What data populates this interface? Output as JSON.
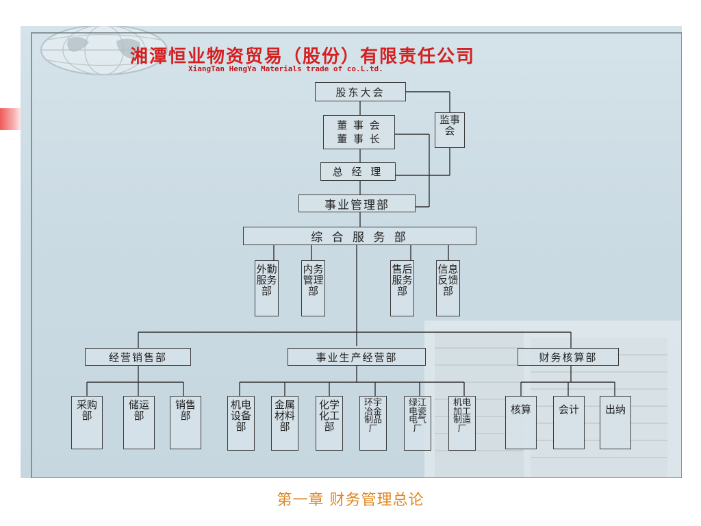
{
  "header": {
    "title_cn": "湘潭恒业物资贸易（股份）有限责任公司",
    "title_en": "XiangTan HengYa Materials trade of co.L.td."
  },
  "org": {
    "shareholders": "股东大会",
    "board_line1": "董 事 会",
    "board_line2": "董 事 长",
    "supervisors": "监事会",
    "general_manager": "总 经 理",
    "business_mgmt": "事业管理部",
    "general_services": "综 合 服 务 部",
    "services_units": [
      "外勤服务部",
      "内务管理部",
      "售后服务部",
      "信息反馈部"
    ],
    "operations_sales": "经营销售部",
    "sales_units": [
      "采购部",
      "储运部",
      "销售部"
    ],
    "production_ops": "事业生产经营部",
    "production_units": [
      "机电设备部",
      "金属材料部",
      "化学化工部",
      "环宇冶金制品厂",
      "绿江电瓷电气厂",
      "机电加工制造厂"
    ],
    "finance": "财务核算部",
    "finance_units": [
      "核算",
      "会计",
      "出纳"
    ]
  },
  "footer": {
    "chapter": "第一章  财务管理总论"
  },
  "colors": {
    "title_red": "#d42020",
    "footer_orange": "#e0871f",
    "panel_blue": "#cbdbe3",
    "accent_red": "#f05a5a"
  }
}
